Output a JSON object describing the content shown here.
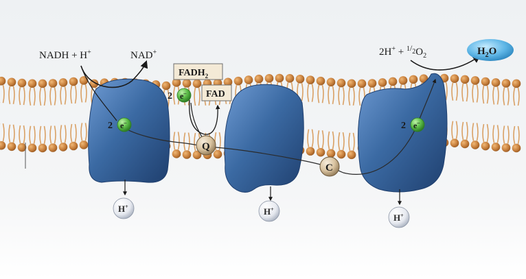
{
  "reaction_start": {
    "reactants": "NADH + H",
    "reactants_sup": "+",
    "product": "NAD",
    "product_sup": "+"
  },
  "fadh2": {
    "base": "FADH",
    "sub": "2"
  },
  "fad": "FAD",
  "oxygen_reaction": {
    "prefix": "2H",
    "prefix_sup": "+",
    "plus": " + ",
    "half_num": "1",
    "half_den": "2",
    "o": "O",
    "o_sub": "2"
  },
  "water": {
    "h": "H",
    "h_sub": "2",
    "o": "O"
  },
  "electrons": [
    {
      "count": "2",
      "symbol": "e",
      "sup": "–"
    },
    {
      "count": "2",
      "symbol": "e",
      "sup": "–"
    },
    {
      "count": "2",
      "symbol": "e",
      "sup": "–"
    }
  ],
  "carriers": {
    "q": "Q",
    "c": "C"
  },
  "protons": [
    {
      "symbol": "H",
      "sup": "+"
    },
    {
      "symbol": "H",
      "sup": "+"
    },
    {
      "symbol": "H",
      "sup": "+"
    }
  ],
  "colors": {
    "membrane_head": "#c8813e",
    "membrane_tail": "#e6b07a",
    "protein": "#3b6aa3",
    "protein_dark": "#24497a",
    "electron": "#5fbf4a",
    "carrier": "#d9c3a0",
    "water": "#5fb6e6",
    "proton": "#eef0f4"
  }
}
